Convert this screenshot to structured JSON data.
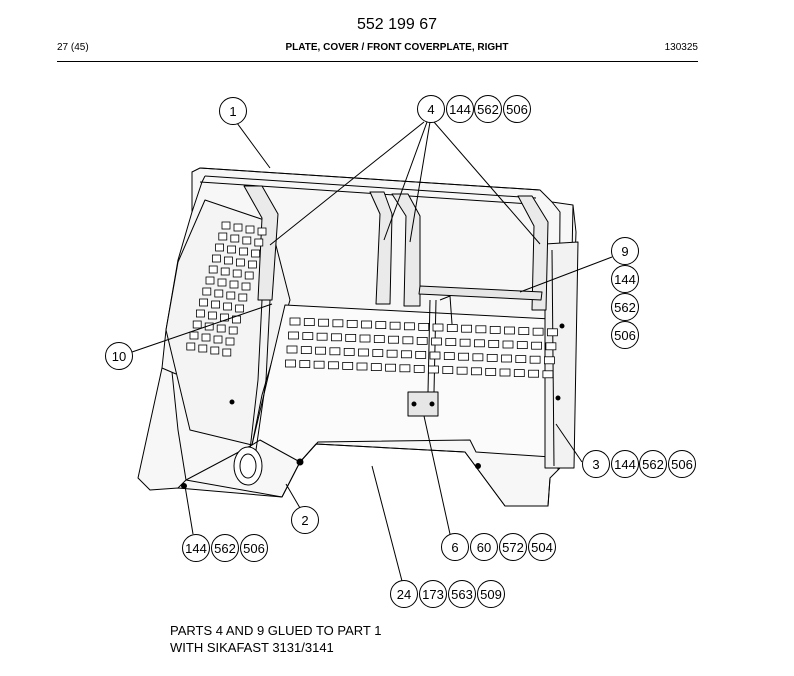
{
  "header": {
    "document_number": "552 199 67",
    "page": "27 (45)",
    "title": "PLATE, COVER / FRONT COVERPLATE, RIGHT",
    "reference": "130325"
  },
  "callouts": {
    "c1": [
      "1"
    ],
    "c4": [
      "4",
      "144",
      "562",
      "506"
    ],
    "c9": [
      "9",
      "144",
      "562",
      "506"
    ],
    "c10": [
      "10"
    ],
    "c3": [
      "3",
      "144",
      "562",
      "506"
    ],
    "c2": [
      "2"
    ],
    "c144": [
      "144",
      "562",
      "506"
    ],
    "c6": [
      "6",
      "60",
      "572",
      "504"
    ],
    "c24": [
      "24",
      "173",
      "563",
      "509"
    ]
  },
  "notes": {
    "line1": "PARTS 4 AND 9 GLUED TO PART 1",
    "line2": "WITH SIKAFAST 3131/3141"
  }
}
